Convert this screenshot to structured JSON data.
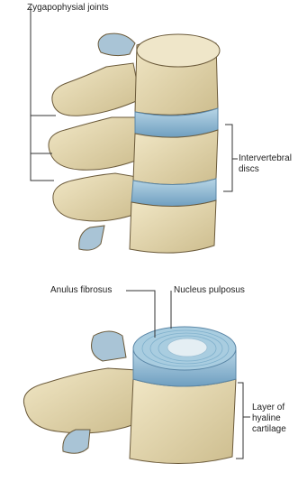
{
  "upper_figure": {
    "label_zygapophysial": "Zygapophysial joints",
    "label_intervertebral": [
      "Intervertebral",
      "discs"
    ]
  },
  "lower_figure": {
    "label_anulus": "Anulus fibrosus",
    "label_nucleus": "Nucleus pulposus",
    "label_cartilage": [
      "Layer of",
      "hyaline",
      "cartilage"
    ]
  },
  "colors": {
    "bone": "#e8dcb4",
    "bone_shade": "#c9b98a",
    "bone_outline": "#6b5a3a",
    "disc": "#9cc4dc",
    "disc_dark": "#6f9fc0",
    "nucleus": "#dfeaf0",
    "leader": "#333333"
  }
}
